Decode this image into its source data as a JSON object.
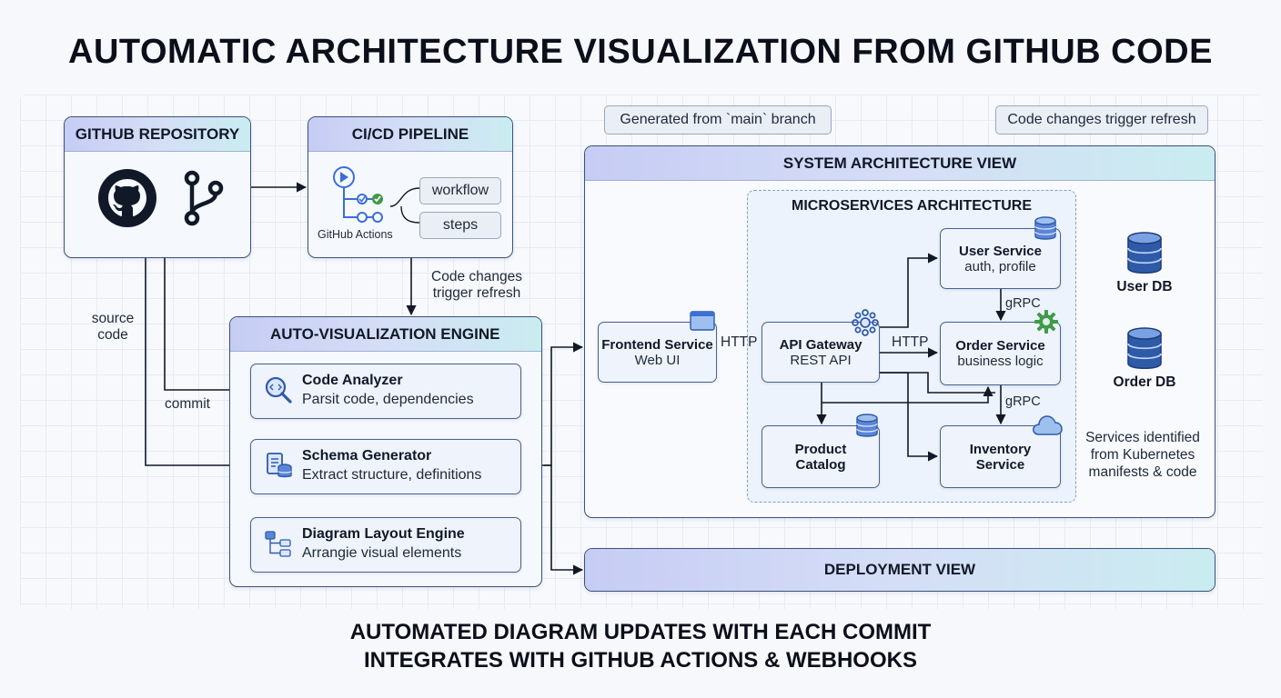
{
  "title": "AUTOMATIC ARCHITECTURE VISUALIZATION FROM GITHUB CODE",
  "footer": {
    "line1": "AUTOMATED DIAGRAM UPDATES WITH EACH COMMIT",
    "line2": "INTEGRATES WITH GITHUB ACTIONS & WEBHOOKS"
  },
  "github_repo": {
    "title": "GITHUB REPOSITORY"
  },
  "cicd": {
    "title": "CI/CD PIPELINE",
    "icon_caption": "GitHub Actions",
    "workflow": "workflow",
    "steps": "steps"
  },
  "engine": {
    "title": "AUTO-VISUALIZATION ENGINE",
    "code_analyzer": {
      "title": "Code Analyzer",
      "desc": "Parsit code, dependencies"
    },
    "schema_generator": {
      "title": "Schema Generator",
      "desc": "Extract structure, definitions"
    },
    "layout_engine": {
      "title": "Diagram Layout Engine",
      "desc": "Arrangie visual elements"
    }
  },
  "labels": {
    "source_code_1": "source",
    "source_code_2": "code",
    "commit": "commit",
    "code_changes_1": "Code changes",
    "code_changes_2": "trigger refresh",
    "http_1": "HTTP",
    "http_2": "HTTP",
    "grpc_1": "gRPC",
    "grpc_2": "gRPC",
    "services_note_1": "Services identified",
    "services_note_2": "from Kubernetes",
    "services_note_3": "manifests & code"
  },
  "tags": {
    "generated_from": "Generated from `main` branch",
    "code_changes": "Code changes trigger refresh"
  },
  "system_view": {
    "title": "SYSTEM ARCHITECTURE VIEW"
  },
  "microservices": {
    "title": "MICROSERVICES ARCHITECTURE"
  },
  "services": {
    "frontend": {
      "name": "Frontend Service",
      "desc": "Web UI"
    },
    "gateway": {
      "name": "API Gateway",
      "desc": "REST API"
    },
    "user": {
      "name": "User Service",
      "desc": "auth, profile"
    },
    "order": {
      "name": "Order Service",
      "desc": "business logic"
    },
    "product": {
      "name_1": "Product",
      "name_2": "Catalog"
    },
    "inventory": {
      "name_1": "Inventory",
      "name_2": "Service"
    }
  },
  "databases": {
    "user_db": "User DB",
    "order_db": "Order DB"
  },
  "deployment_view": {
    "title": "DEPLOYMENT VIEW"
  },
  "colors": {
    "line": "#111827",
    "db_blue": "#2f5aa8",
    "accent_green": "#3f9b4a",
    "icon_blue": "#3b6fd4"
  }
}
